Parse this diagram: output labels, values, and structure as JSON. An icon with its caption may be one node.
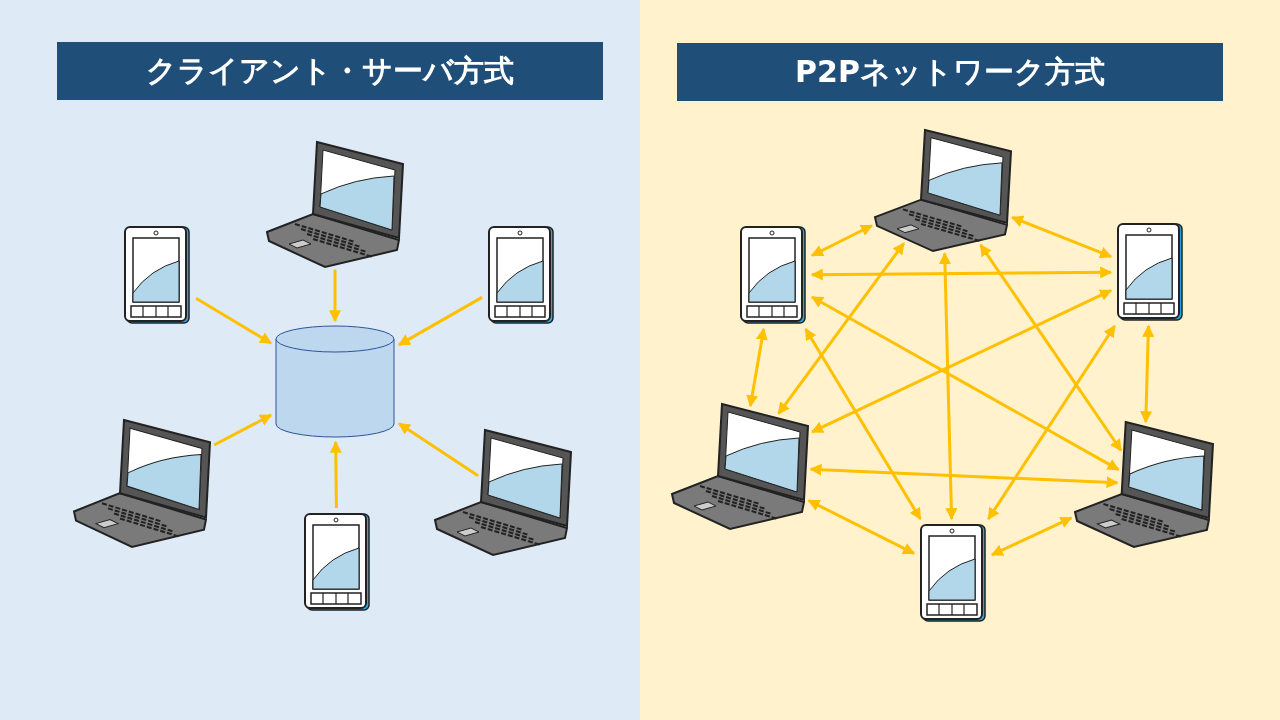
{
  "diagram": {
    "nodes": [
      {
        "text": [
          "クライアント・サーバ方式"
        ]
      },
      {
        "text": [],
        "shape": "laptop"
      },
      {
        "text": [],
        "shape": "phone"
      },
      {
        "text": [],
        "shape": "phone"
      },
      {
        "text": [],
        "shape": "cylinder"
      },
      {
        "text": [],
        "shape": "laptop"
      },
      {
        "text": [],
        "shape": "laptop"
      },
      {
        "text": [],
        "shape": "phone"
      },
      {
        "text": [
          "P2Pネットワーク方式"
        ]
      },
      {
        "text": [],
        "shape": "laptop"
      },
      {
        "text": [],
        "shape": "phone"
      },
      {
        "text": [],
        "shape": "phone"
      },
      {
        "text": [],
        "shape": "laptop"
      },
      {
        "text": [],
        "shape": "laptop"
      },
      {
        "text": [],
        "shape": "phone"
      }
    ],
    "edges": [
      {
        "from": 1,
        "to": 4,
        "arrow": "to"
      },
      {
        "from": 2,
        "to": 4,
        "arrow": "to"
      },
      {
        "from": 3,
        "to": 4,
        "arrow": "to"
      },
      {
        "from": 5,
        "to": 4,
        "arrow": "to"
      },
      {
        "from": 6,
        "to": 4,
        "arrow": "to"
      },
      {
        "from": 7,
        "to": 4,
        "arrow": "to"
      },
      {
        "from": 9,
        "to": 11,
        "arrow": "both"
      },
      {
        "from": 11,
        "to": 13,
        "arrow": "both"
      },
      {
        "from": 13,
        "to": 14,
        "arrow": "both"
      },
      {
        "from": 14,
        "to": 12,
        "arrow": "both"
      },
      {
        "from": 12,
        "to": 10,
        "arrow": "both"
      },
      {
        "from": 10,
        "to": 9,
        "arrow": "both"
      },
      {
        "from": 10,
        "to": 11,
        "arrow": "both"
      },
      {
        "from": 12,
        "to": 13,
        "arrow": "both"
      },
      {
        "from": 9,
        "to": 14,
        "arrow": "both"
      },
      {
        "from": 9,
        "to": 12,
        "arrow": "both"
      },
      {
        "from": 9,
        "to": 13,
        "arrow": "both"
      },
      {
        "from": 10,
        "to": 13,
        "arrow": "both"
      },
      {
        "from": 10,
        "to": 14,
        "arrow": "both"
      },
      {
        "from": 11,
        "to": 12,
        "arrow": "both"
      },
      {
        "from": 11,
        "to": 14,
        "arrow": "both"
      }
    ]
  }
}
